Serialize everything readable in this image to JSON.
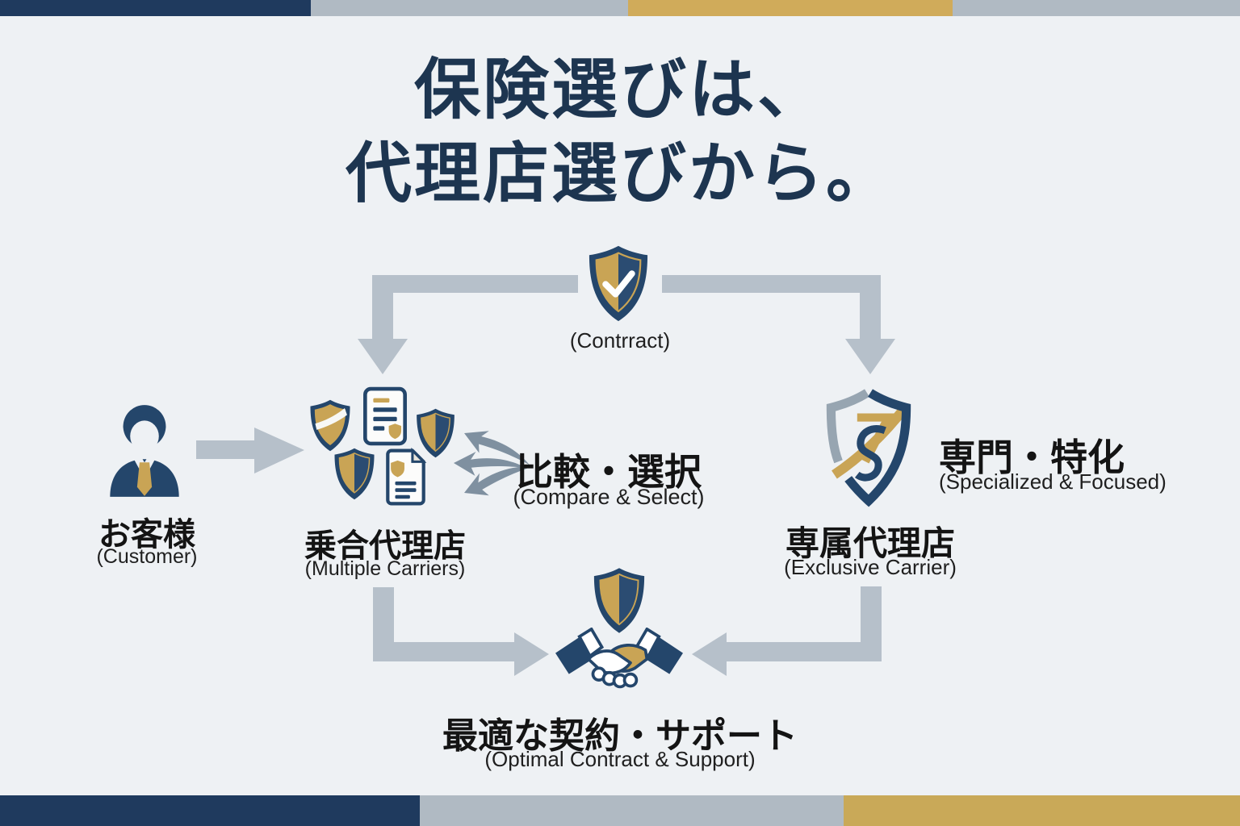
{
  "page": {
    "background": "#eef1f4"
  },
  "top_bar": {
    "segments": [
      {
        "name": "navy",
        "color": "#1f3a5e"
      },
      {
        "name": "gray",
        "color": "#b0bac3"
      },
      {
        "name": "gold",
        "color": "#d0ab5a"
      },
      {
        "name": "gray",
        "color": "#b0bac3"
      }
    ]
  },
  "bottom_bar": {
    "segments": [
      {
        "name": "navy",
        "color": "#1f3a5e"
      },
      {
        "name": "gray",
        "color": "#b0bac3"
      },
      {
        "name": "gold",
        "color": "#c9a958"
      }
    ]
  },
  "title": {
    "line1": "保険選びは、",
    "line2": "代理店選びから。",
    "color": "#1d3550"
  },
  "nodes": {
    "contract": {
      "label_en": "(Contrract)",
      "icon": "check-shield-icon"
    },
    "customer": {
      "label_ja": "お客様",
      "label_en": "(Customer)",
      "icon": "customer-person-icon"
    },
    "multiple_carriers": {
      "label_ja": "乗合代理店",
      "label_en": "(Multiple Carriers)",
      "icons": [
        "striped-shield-icon",
        "policy-document-icon",
        "split-shield-icon",
        "split-shield-icon",
        "document-shield-icon"
      ]
    },
    "compare_select": {
      "label_ja": "比較・選択",
      "label_en": "(Compare & Select)"
    },
    "specialized": {
      "label_ja": "専門・特化",
      "label_en": "(Specialized & Focused)",
      "icon": "monogram-shield-logo"
    },
    "exclusive_carrier": {
      "label_ja": "専属代理店",
      "label_en": "(Exclusive Carrier)"
    },
    "optimal_support": {
      "label_ja": "最適な契約・サポート",
      "label_en": "(Optimal Contract & Support)",
      "icons": [
        "split-shield-icon",
        "handshake-icon"
      ]
    }
  },
  "colors": {
    "navy": "#24466b",
    "gold": "#c9a455",
    "arrow_gray": "#b6c0ca",
    "fan_arrow_gray": "#7f90a0",
    "title_navy": "#1d3550"
  }
}
